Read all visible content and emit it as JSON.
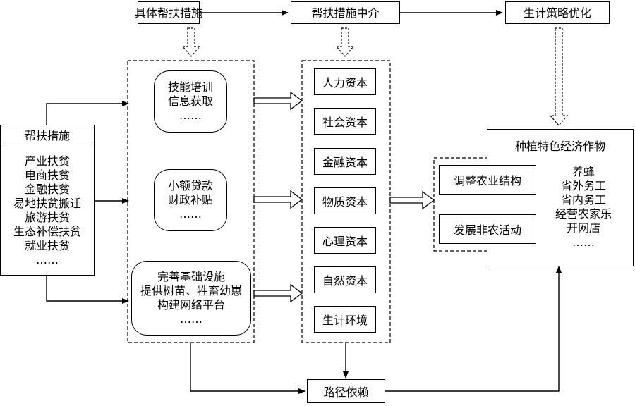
{
  "top": {
    "measures": "具体帮扶措施",
    "mediator": "帮扶措施中介",
    "strategy": "生计策略优化"
  },
  "left": {
    "title": "帮扶措施",
    "items": [
      "产业扶贫",
      "电商扶贫",
      "金融扶贫",
      "易地扶贫搬迁",
      "旅游扶贫",
      "生态补偿扶贫",
      "就业扶贫",
      "……"
    ]
  },
  "measures": {
    "group1": [
      "技能培训",
      "信息获取",
      "……"
    ],
    "group2": [
      "小额贷款",
      "财政补贴",
      "……"
    ],
    "group3": [
      "完善基础设施",
      "提供树苗、牲畜幼崽",
      "构建网络平台",
      "……"
    ]
  },
  "capitals": [
    "人力资本",
    "社会资本",
    "金融资本",
    "物质资本",
    "心理资本",
    "自然资本",
    "生计环境"
  ],
  "outcome": {
    "title": "种植特色经济作物",
    "adjust": "调整农业结构",
    "develop": "发展非农活动",
    "items": [
      "养蜂",
      "省外务工",
      "省内务工",
      "经营农家乐",
      "开网店",
      "……"
    ]
  },
  "bottom": {
    "path": "路径依赖"
  }
}
